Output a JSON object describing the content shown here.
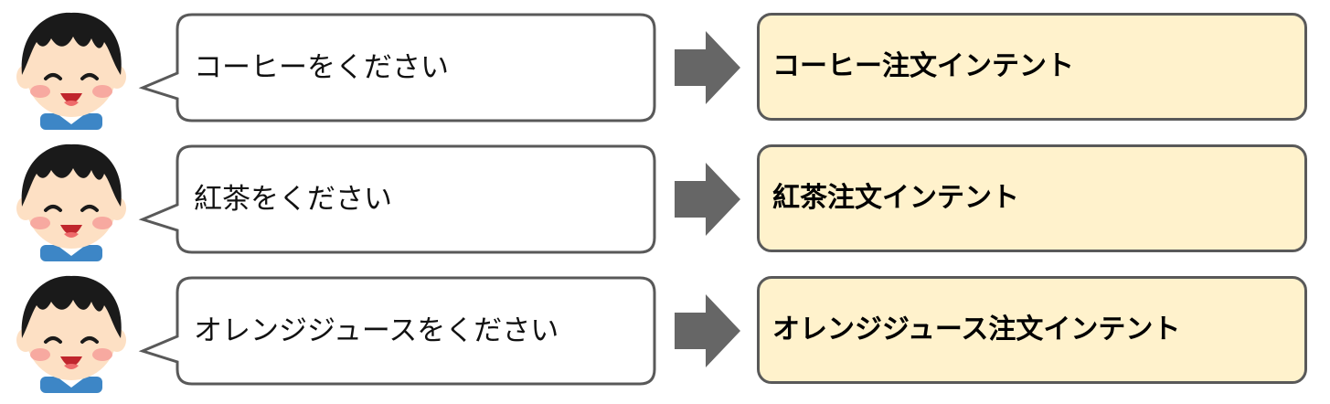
{
  "colors": {
    "bubble_fill": "#ffffff",
    "bubble_border": "#595959",
    "arrow": "#666666",
    "intent_fill": "#fff2cc",
    "intent_border": "#595959",
    "hair": "#1a1a1a",
    "skin": "#fde0c4",
    "cheek": "#f7a9a0",
    "shirt": "#3d86c6"
  },
  "rows": [
    {
      "utterance": "コーヒーをください",
      "intent": "コーヒー注文インテント"
    },
    {
      "utterance": "紅茶をください",
      "intent": "紅茶注文インテント"
    },
    {
      "utterance": "オレンジジュースをください",
      "intent": "オレンジジュース注文インテント"
    }
  ],
  "icons": {
    "avatar": "smiling-boy-icon",
    "arrow": "right-arrow-icon"
  }
}
